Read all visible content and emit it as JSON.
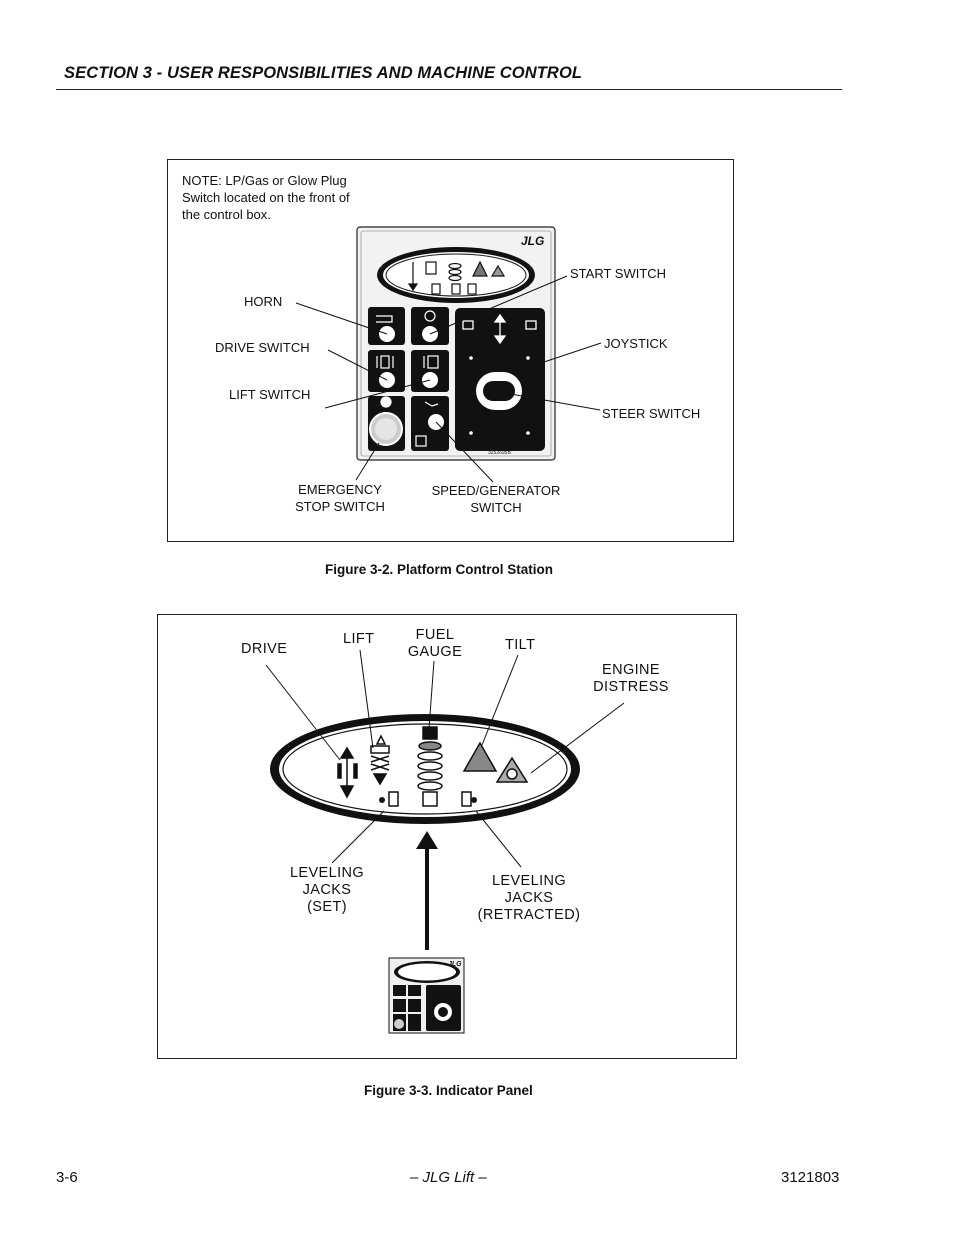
{
  "header": {
    "title": "SECTION 3 - USER RESPONSIBILITIES AND MACHINE CONTROL"
  },
  "figure1": {
    "note_lines": [
      "NOTE: LP/Gas or Glow Plug",
      "Switch located on the front of",
      "the control box."
    ],
    "labels": {
      "start_switch": "START SWITCH",
      "horn": "HORN",
      "joystick": "JOYSTICK",
      "drive_switch": "DRIVE SWITCH",
      "lift_switch": "LIFT SWITCH",
      "steer_switch": "STEER SWITCH",
      "emergency_line1": "EMERGENCY",
      "emergency_line2": "STOP SWITCH",
      "speed_line1": "SPEED/GENERATOR",
      "speed_line2": "SWITCH"
    },
    "brand": "JLG",
    "part_number": "3252695B",
    "caption": "Figure 3-2.  Platform Control Station"
  },
  "figure2": {
    "labels": {
      "drive": "DRIVE",
      "lift": "LIFT",
      "fuel_line1": "FUEL",
      "fuel_line2": "GAUGE",
      "tilt": "TILT",
      "engine_line1": "ENGINE",
      "engine_line2": "DISTRESS",
      "jacks_set_line1": "LEVELING",
      "jacks_set_line2": "JACKS",
      "jacks_set_line3": "(SET)",
      "jacks_ret_line1": "LEVELING",
      "jacks_ret_line2": "JACKS",
      "jacks_ret_line3": "(RETRACTED)"
    },
    "brand": "JLG",
    "caption": "Figure 3-3.  Indicator Panel"
  },
  "footer": {
    "page": "3-6",
    "center": "– JLG Lift –",
    "doc_number": "3121803"
  }
}
